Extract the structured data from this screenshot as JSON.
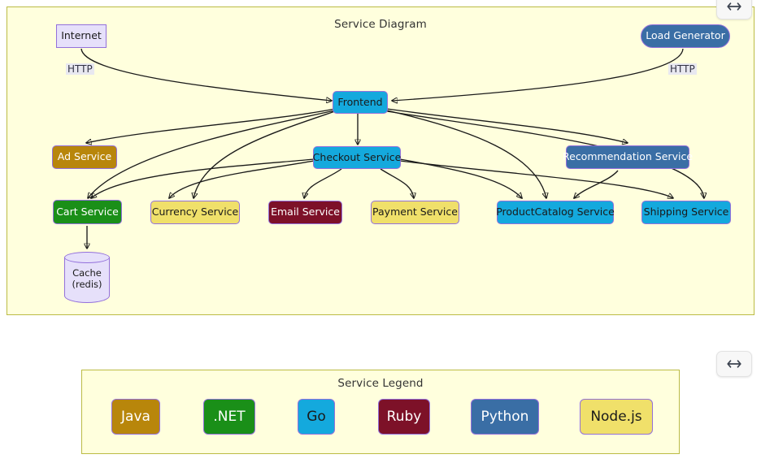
{
  "diagram": {
    "title": "Service Diagram",
    "nodes": [
      {
        "id": "internet",
        "label": "Internet",
        "shape": "rect",
        "style": "plain"
      },
      {
        "id": "loadgenerator",
        "label": "Load Generator",
        "shape": "stadium",
        "style": "python"
      },
      {
        "id": "frontend",
        "label": "Frontend",
        "shape": "round",
        "style": "go"
      },
      {
        "id": "adservice",
        "label": "Ad Service",
        "shape": "round",
        "style": "java"
      },
      {
        "id": "checkout",
        "label": "Checkout Service",
        "shape": "round",
        "style": "go"
      },
      {
        "id": "recommendation",
        "label": "Recommendation Service",
        "shape": "round",
        "style": "python"
      },
      {
        "id": "cart",
        "label": "Cart Service",
        "shape": "round",
        "style": "dotnet"
      },
      {
        "id": "currency",
        "label": "Currency Service",
        "shape": "round",
        "style": "node"
      },
      {
        "id": "email",
        "label": "Email Service",
        "shape": "round",
        "style": "ruby"
      },
      {
        "id": "payment",
        "label": "Payment Service",
        "shape": "round",
        "style": "node"
      },
      {
        "id": "productcatalog",
        "label": "ProductCatalog Service",
        "shape": "round",
        "style": "go"
      },
      {
        "id": "shipping",
        "label": "Shipping Service",
        "shape": "round",
        "style": "go"
      },
      {
        "id": "cache",
        "label": "Cache\n(redis)",
        "shape": "cylinder",
        "style": "plain"
      }
    ],
    "cache_label_line1": "Cache",
    "cache_label_line2": "(redis)",
    "edge_labels": {
      "internet_http": "HTTP",
      "loadgen_http": "HTTP"
    },
    "edges": [
      {
        "from": "internet",
        "to": "frontend",
        "label": "HTTP"
      },
      {
        "from": "loadgenerator",
        "to": "frontend",
        "label": "HTTP"
      },
      {
        "from": "frontend",
        "to": "adservice",
        "label": ""
      },
      {
        "from": "frontend",
        "to": "checkout",
        "label": ""
      },
      {
        "from": "frontend",
        "to": "cart",
        "label": ""
      },
      {
        "from": "frontend",
        "to": "currency",
        "label": ""
      },
      {
        "from": "frontend",
        "to": "productcatalog",
        "label": ""
      },
      {
        "from": "frontend",
        "to": "recommendation",
        "label": ""
      },
      {
        "from": "frontend",
        "to": "shipping",
        "label": ""
      },
      {
        "from": "checkout",
        "to": "cart",
        "label": ""
      },
      {
        "from": "checkout",
        "to": "currency",
        "label": ""
      },
      {
        "from": "checkout",
        "to": "email",
        "label": ""
      },
      {
        "from": "checkout",
        "to": "payment",
        "label": ""
      },
      {
        "from": "checkout",
        "to": "productcatalog",
        "label": ""
      },
      {
        "from": "checkout",
        "to": "shipping",
        "label": ""
      },
      {
        "from": "recommendation",
        "to": "productcatalog",
        "label": ""
      },
      {
        "from": "cart",
        "to": "cache",
        "label": ""
      }
    ]
  },
  "legend": {
    "title": "Service Legend",
    "items": [
      {
        "label": "Java",
        "style": "java"
      },
      {
        "label": ".NET",
        "style": "dotnet"
      },
      {
        "label": "Go",
        "style": "go"
      },
      {
        "label": "Ruby",
        "style": "ruby"
      },
      {
        "label": "Python",
        "style": "python"
      },
      {
        "label": "Node.js",
        "style": "node"
      }
    ]
  },
  "controls": {
    "resize_diagram_icon": "resize-horizontal-icon",
    "resize_legend_icon": "resize-horizontal-icon"
  },
  "colors": {
    "panel_background": "#ffffdd",
    "panel_border": "#bbbb44",
    "node_border": "#9370db",
    "java": "#b8860b",
    "dotnet": "#1a8f18",
    "go": "#14a9dd",
    "ruby": "#7d1128",
    "python": "#3a6ea5",
    "nodejs": "#f0e06a",
    "plain": "#e6e0fa",
    "edge": "#1a1a1a"
  }
}
